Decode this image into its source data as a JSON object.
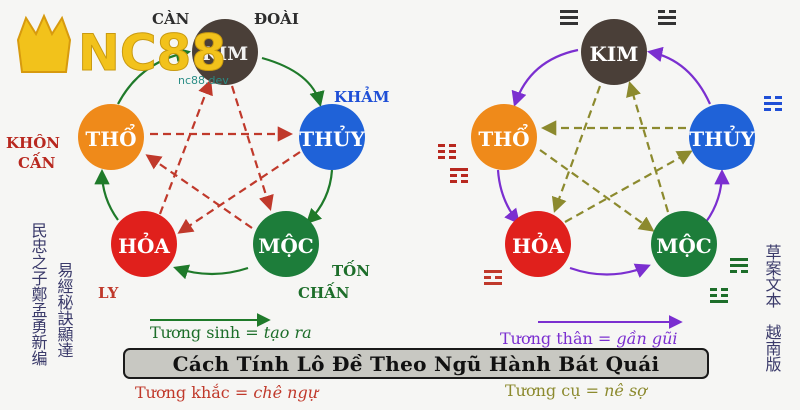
{
  "watermark": {
    "logo_text": "NC88",
    "site": "nc88.dev"
  },
  "left_diagram": {
    "nodes": {
      "kim": "KIM",
      "thuy": "THỦY",
      "moc": "MỘC",
      "hoa": "HỎA",
      "tho": "THỔ"
    },
    "trigram_labels": {
      "can": "CÀN",
      "doai": "ĐOÀI",
      "kham": "KHẢM",
      "khon": "KHÔN",
      "can2": "CẤN",
      "ly": "LY",
      "ton": "TỐN",
      "chan": "CHẤN"
    },
    "legend_sinh_prefix": "Tương sinh = ",
    "legend_sinh_meaning": "tạo ra",
    "legend_khac_prefix": "Tương khắc = ",
    "legend_khac_meaning": "chê ngự",
    "vertical_text_1": "民忠之子鄭孟勇新编",
    "vertical_text_2": "易經秘訣顯達"
  },
  "right_diagram": {
    "nodes": {
      "kim": "KIM",
      "thuy": "THỦY",
      "moc": "MỘC",
      "hoa": "HỎA",
      "tho": "THỔ"
    },
    "legend_than_prefix": "Tương thân = ",
    "legend_than_meaning": "gần gũi",
    "legend_cu_prefix": "Tương cụ = ",
    "legend_cu_meaning": "nê sợ",
    "vertical_text_1": "草案文本",
    "vertical_text_2": "越南版"
  },
  "caption": "Cách Tính Lô Đề Theo Ngũ Hành Bát Quái",
  "colors": {
    "kim": "#4a3f38",
    "thuy": "#1f62d8",
    "moc": "#1d7d3a",
    "hoa": "#e0201c",
    "tho": "#ef8a1a",
    "sinh_arrow": "#1f7a2a",
    "khac_arrow": "#c0392b",
    "than_arrow": "#7b2fd0",
    "cu_arrow": "#8c8a2e",
    "trigram_red": "#d23a2a",
    "trigram_blue": "#1f4fd6",
    "trigram_green": "#1d6e2a",
    "trigram_dark": "#333333"
  }
}
